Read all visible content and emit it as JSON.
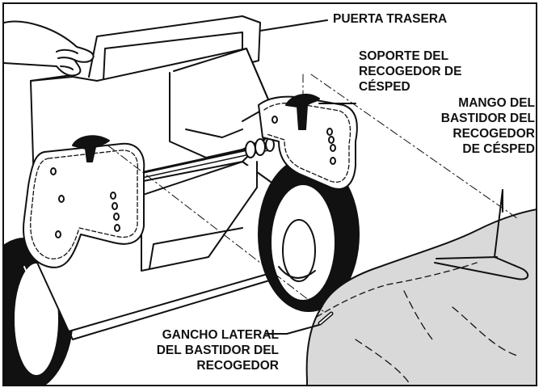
{
  "labels": {
    "rear_door": "PUERTA TRASERA",
    "bracket": "SOPORTE DEL\nRECOGEDOR DE\nCÉSPED",
    "frame_handle": "MANGO DEL\nBASTIDOR DEL\nRECOGEDOR\nDE CÉSPED",
    "side_hook": "GANCHO LATERAL\nDEL BASTIDOR DEL\nRECOGEDOR"
  },
  "colors": {
    "line": "#111111",
    "bag_fill": "#d9d9d9",
    "tire": "#111111",
    "background": "#ffffff"
  }
}
